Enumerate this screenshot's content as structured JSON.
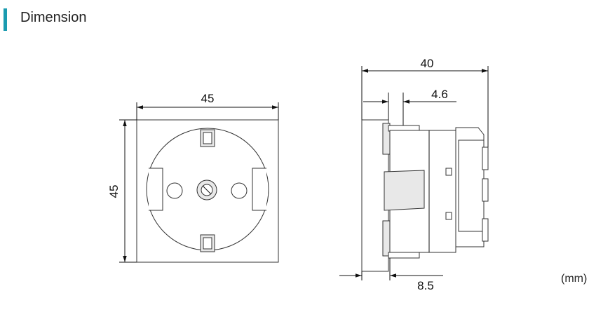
{
  "header": {
    "title": "Dimension",
    "accent_color": "#1a9bb0"
  },
  "units": "(mm)",
  "front_view": {
    "width_label": "45",
    "height_label": "45"
  },
  "side_view": {
    "depth_label": "40",
    "plate_label": "4.6",
    "flange_label": "8.5"
  },
  "colors": {
    "line": "#111111",
    "shade": "#e8e8e8"
  }
}
